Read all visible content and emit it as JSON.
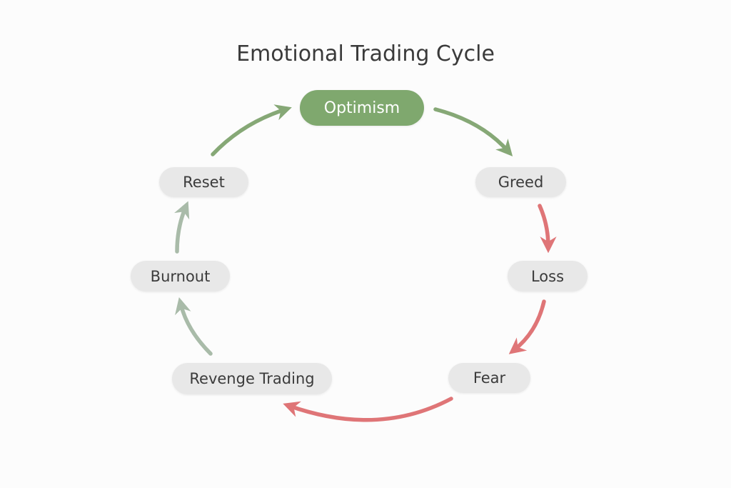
{
  "title": "Emotional Trading Cycle",
  "nodes": [
    {
      "label": "Optimism",
      "state": "active"
    },
    {
      "label": "Greed"
    },
    {
      "label": "Loss"
    },
    {
      "label": "Fear"
    },
    {
      "label": "Revenge Trading"
    },
    {
      "label": "Burnout"
    },
    {
      "label": "Reset"
    }
  ],
  "colors": {
    "green": "#86a876",
    "red": "#df7577",
    "gray_green": "#adbcad",
    "node_bg": "#e8e8e8",
    "active_bg": "#7fa86e"
  }
}
